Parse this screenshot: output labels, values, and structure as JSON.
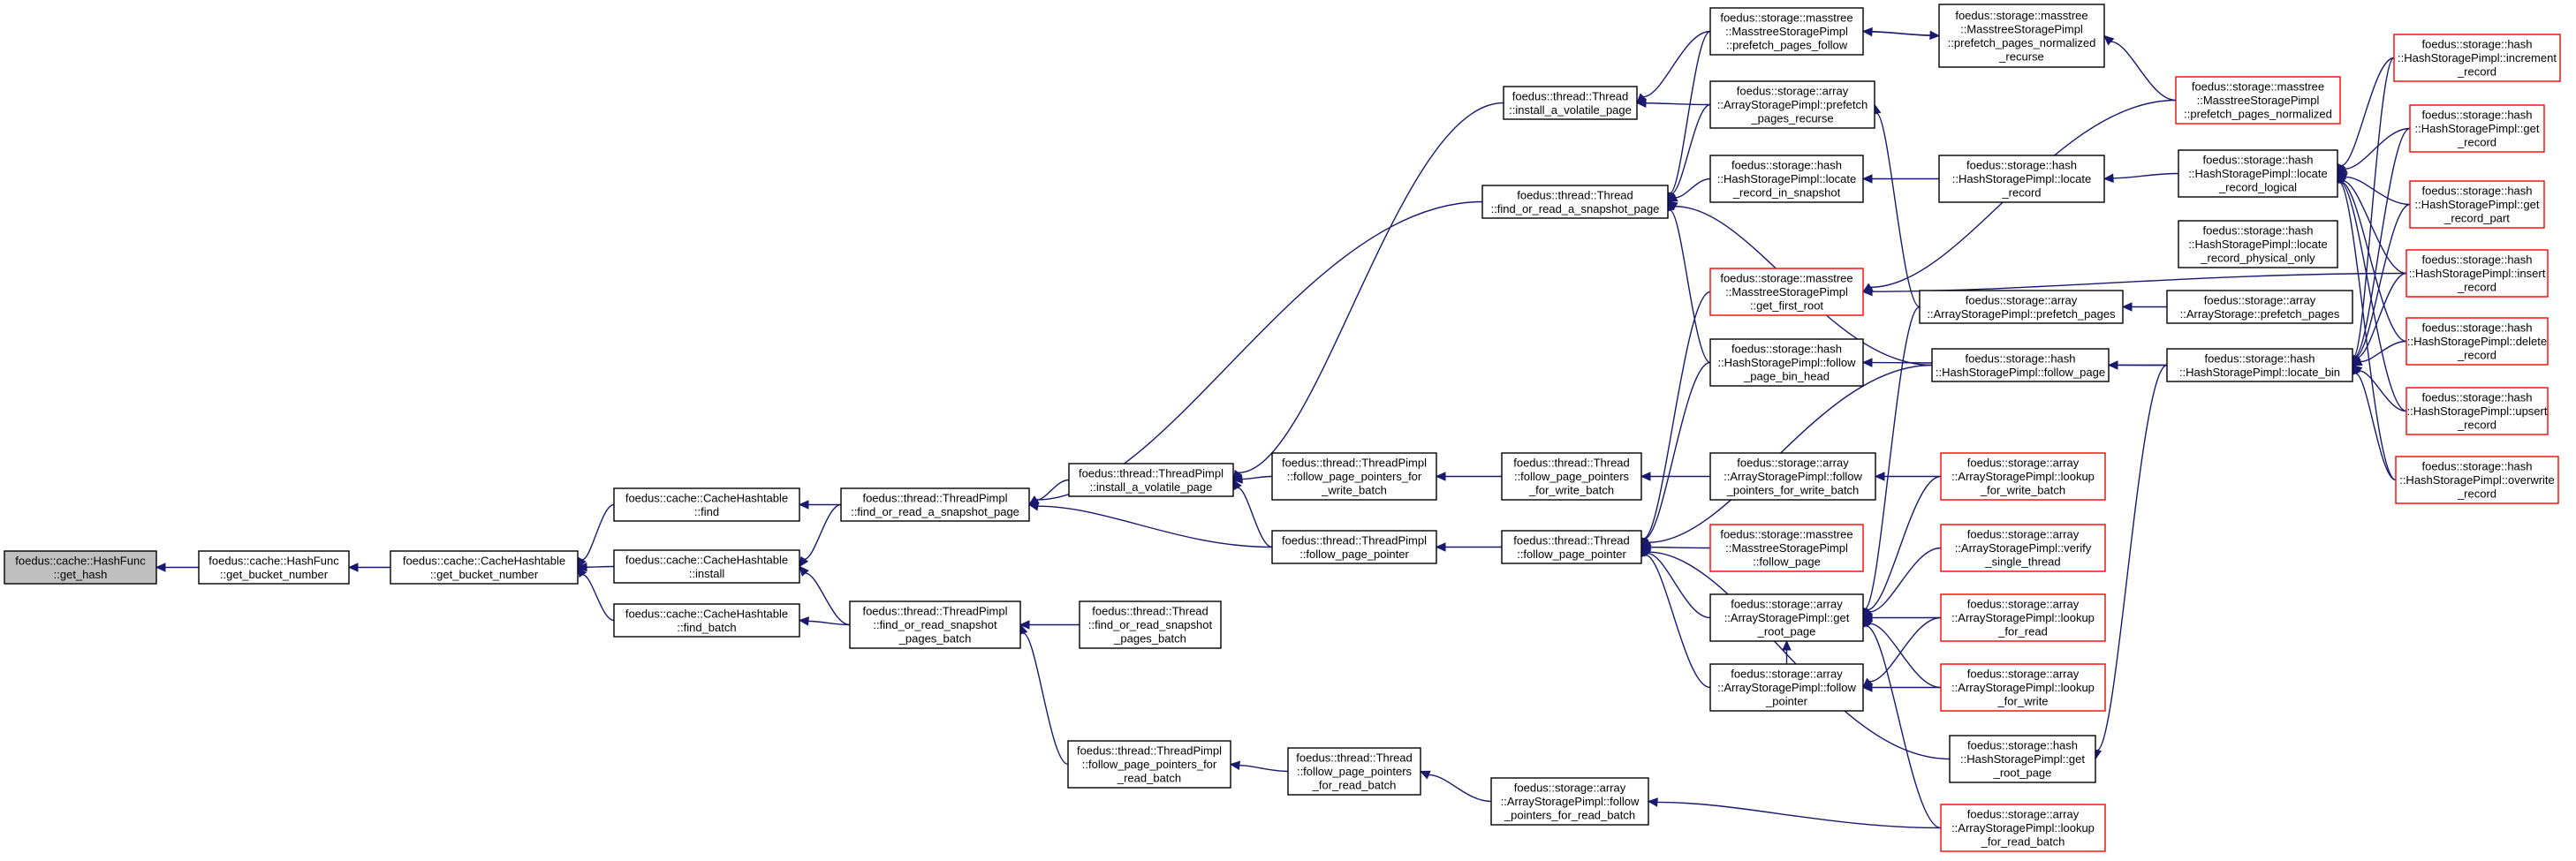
{
  "colors": {
    "edge": "#191970",
    "border_normal": "#000000",
    "border_truncated": "#ff0000",
    "fill_root": "#bfbfbf",
    "fill_default": "#ffffff"
  },
  "nodes": [
    {
      "id": "n0",
      "kind": "root",
      "lines": [
        "foedus::cache::HashFunc",
        "::get_hash"
      ]
    },
    {
      "id": "n1",
      "kind": "normal",
      "lines": [
        "foedus::cache::HashFunc",
        "::get_bucket_number"
      ]
    },
    {
      "id": "n2",
      "kind": "normal",
      "lines": [
        "foedus::cache::CacheHashtable",
        "::get_bucket_number"
      ]
    },
    {
      "id": "n3",
      "kind": "normal",
      "lines": [
        "foedus::cache::CacheHashtable",
        "::find"
      ]
    },
    {
      "id": "n4",
      "kind": "normal",
      "lines": [
        "foedus::cache::CacheHashtable",
        "::install"
      ]
    },
    {
      "id": "n5",
      "kind": "normal",
      "lines": [
        "foedus::cache::CacheHashtable",
        "::find_batch"
      ]
    },
    {
      "id": "n6",
      "kind": "normal",
      "lines": [
        "foedus::thread::ThreadPimpl",
        "::find_or_read_a_snapshot_page"
      ]
    },
    {
      "id": "n7",
      "kind": "normal",
      "lines": [
        "foedus::thread::ThreadPimpl",
        "::find_or_read_snapshot",
        "_pages_batch"
      ]
    },
    {
      "id": "n8",
      "kind": "normal",
      "lines": [
        "foedus::thread::ThreadPimpl",
        "::install_a_volatile_page"
      ]
    },
    {
      "id": "n9",
      "kind": "normal",
      "lines": [
        "foedus::thread::Thread",
        "::find_or_read_snapshot",
        "_pages_batch"
      ]
    },
    {
      "id": "n10",
      "kind": "normal",
      "lines": [
        "foedus::thread::ThreadPimpl",
        "::follow_page_pointers_for",
        "_read_batch"
      ]
    },
    {
      "id": "n11",
      "kind": "normal",
      "lines": [
        "foedus::thread::ThreadPimpl",
        "::follow_page_pointers_for",
        "_write_batch"
      ]
    },
    {
      "id": "n12",
      "kind": "normal",
      "lines": [
        "foedus::thread::ThreadPimpl",
        "::follow_page_pointer"
      ]
    },
    {
      "id": "n13",
      "kind": "normal",
      "lines": [
        "foedus::thread::Thread",
        "::follow_page_pointers",
        "_for_read_batch"
      ]
    },
    {
      "id": "n14",
      "kind": "normal",
      "lines": [
        "foedus::thread::Thread",
        "::install_a_volatile_page"
      ]
    },
    {
      "id": "n15",
      "kind": "normal",
      "lines": [
        "foedus::thread::Thread",
        "::find_or_read_a_snapshot_page"
      ]
    },
    {
      "id": "n16",
      "kind": "normal",
      "lines": [
        "foedus::thread::Thread",
        "::follow_page_pointers",
        "_for_write_batch"
      ]
    },
    {
      "id": "n17",
      "kind": "normal",
      "lines": [
        "foedus::thread::Thread",
        "::follow_page_pointer"
      ]
    },
    {
      "id": "n18",
      "kind": "normal",
      "lines": [
        "foedus::storage::array",
        "::ArrayStoragePimpl::follow",
        "_pointers_for_read_batch"
      ]
    },
    {
      "id": "n19",
      "kind": "normal",
      "lines": [
        "foedus::storage::masstree",
        "::MasstreeStoragePimpl",
        "::prefetch_pages_follow"
      ]
    },
    {
      "id": "n20",
      "kind": "normal",
      "lines": [
        "foedus::storage::array",
        "::ArrayStoragePimpl::prefetch",
        "_pages_recurse"
      ]
    },
    {
      "id": "n21",
      "kind": "normal",
      "lines": [
        "foedus::storage::hash",
        "::HashStoragePimpl::locate",
        "_record_in_snapshot"
      ]
    },
    {
      "id": "n22",
      "kind": "truncated",
      "lines": [
        "foedus::storage::masstree",
        "::MasstreeStoragePimpl",
        "::get_first_root"
      ]
    },
    {
      "id": "n23",
      "kind": "normal",
      "lines": [
        "foedus::storage::hash",
        "::HashStoragePimpl::follow",
        "_page_bin_head"
      ]
    },
    {
      "id": "n24",
      "kind": "normal",
      "lines": [
        "foedus::storage::array",
        "::ArrayStoragePimpl::follow",
        "_pointers_for_write_batch"
      ]
    },
    {
      "id": "n25",
      "kind": "truncated",
      "lines": [
        "foedus::storage::masstree",
        "::MasstreeStoragePimpl",
        "::follow_page"
      ]
    },
    {
      "id": "n26",
      "kind": "normal",
      "lines": [
        "foedus::storage::array",
        "::ArrayStoragePimpl::get",
        "_root_page"
      ]
    },
    {
      "id": "n27",
      "kind": "normal",
      "lines": [
        "foedus::storage::array",
        "::ArrayStoragePimpl::follow",
        "_pointer"
      ]
    },
    {
      "id": "n28",
      "kind": "normal",
      "lines": [
        "foedus::storage::masstree",
        "::MasstreeStoragePimpl",
        "::prefetch_pages_normalized",
        "_recurse"
      ]
    },
    {
      "id": "n29",
      "kind": "normal",
      "lines": [
        "foedus::storage::hash",
        "::HashStoragePimpl::locate",
        "_record"
      ]
    },
    {
      "id": "n30",
      "kind": "normal",
      "lines": [
        "foedus::storage::array",
        "::ArrayStoragePimpl::prefetch_pages"
      ]
    },
    {
      "id": "n31",
      "kind": "normal",
      "lines": [
        "foedus::storage::hash",
        "::HashStoragePimpl::follow_page"
      ]
    },
    {
      "id": "n32",
      "kind": "truncated",
      "lines": [
        "foedus::storage::array",
        "::ArrayStoragePimpl::lookup",
        "_for_write_batch"
      ]
    },
    {
      "id": "n33",
      "kind": "truncated",
      "lines": [
        "foedus::storage::array",
        "::ArrayStoragePimpl::verify",
        "_single_thread"
      ]
    },
    {
      "id": "n34",
      "kind": "truncated",
      "lines": [
        "foedus::storage::array",
        "::ArrayStoragePimpl::lookup",
        "_for_read"
      ]
    },
    {
      "id": "n35",
      "kind": "truncated",
      "lines": [
        "foedus::storage::array",
        "::ArrayStoragePimpl::lookup",
        "_for_write"
      ]
    },
    {
      "id": "n36",
      "kind": "normal",
      "lines": [
        "foedus::storage::hash",
        "::HashStoragePimpl::get",
        "_root_page"
      ]
    },
    {
      "id": "n37",
      "kind": "truncated",
      "lines": [
        "foedus::storage::array",
        "::ArrayStoragePimpl::lookup",
        "_for_read_batch"
      ]
    },
    {
      "id": "n38",
      "kind": "truncated",
      "lines": [
        "foedus::storage::masstree",
        "::MasstreeStoragePimpl",
        "::prefetch_pages_normalized"
      ]
    },
    {
      "id": "n39",
      "kind": "normal",
      "lines": [
        "foedus::storage::hash",
        "::HashStoragePimpl::locate",
        "_record_logical"
      ]
    },
    {
      "id": "n40",
      "kind": "normal",
      "lines": [
        "foedus::storage::hash",
        "::HashStoragePimpl::locate",
        "_record_physical_only"
      ]
    },
    {
      "id": "n41",
      "kind": "normal",
      "lines": [
        "foedus::storage::array",
        "::ArrayStorage::prefetch_pages"
      ]
    },
    {
      "id": "n42",
      "kind": "normal",
      "lines": [
        "foedus::storage::hash",
        "::HashStoragePimpl::locate_bin"
      ]
    },
    {
      "id": "n43",
      "kind": "truncated",
      "lines": [
        "foedus::storage::hash",
        "::HashStoragePimpl::increment",
        "_record"
      ]
    },
    {
      "id": "n44",
      "kind": "truncated",
      "lines": [
        "foedus::storage::hash",
        "::HashStoragePimpl::get",
        "_record"
      ]
    },
    {
      "id": "n45",
      "kind": "truncated",
      "lines": [
        "foedus::storage::hash",
        "::HashStoragePimpl::get",
        "_record_part"
      ]
    },
    {
      "id": "n46",
      "kind": "truncated",
      "lines": [
        "foedus::storage::hash",
        "::HashStoragePimpl::insert",
        "_record"
      ]
    },
    {
      "id": "n47",
      "kind": "truncated",
      "lines": [
        "foedus::storage::hash",
        "::HashStoragePimpl::delete",
        "_record"
      ]
    },
    {
      "id": "n48",
      "kind": "truncated",
      "lines": [
        "foedus::storage::hash",
        "::HashStoragePimpl::upsert",
        "_record"
      ]
    },
    {
      "id": "n49",
      "kind": "truncated",
      "lines": [
        "foedus::storage::hash",
        "::HashStoragePimpl::overwrite",
        "_record"
      ]
    }
  ],
  "edges": [
    [
      "n1",
      "n0"
    ],
    [
      "n2",
      "n1"
    ],
    [
      "n3",
      "n2"
    ],
    [
      "n4",
      "n2"
    ],
    [
      "n5",
      "n2"
    ],
    [
      "n6",
      "n3"
    ],
    [
      "n6",
      "n4"
    ],
    [
      "n7",
      "n4"
    ],
    [
      "n7",
      "n5"
    ],
    [
      "n8",
      "n6"
    ],
    [
      "n12",
      "n6"
    ],
    [
      "n15",
      "n6"
    ],
    [
      "n9",
      "n7"
    ],
    [
      "n10",
      "n7"
    ],
    [
      "n11",
      "n8"
    ],
    [
      "n12",
      "n8"
    ],
    [
      "n14",
      "n8"
    ],
    [
      "n13",
      "n10"
    ],
    [
      "n16",
      "n11"
    ],
    [
      "n17",
      "n12"
    ],
    [
      "n19",
      "n14"
    ],
    [
      "n20",
      "n14"
    ],
    [
      "n19",
      "n15"
    ],
    [
      "n20",
      "n15"
    ],
    [
      "n21",
      "n15"
    ],
    [
      "n23",
      "n15"
    ],
    [
      "n31",
      "n15"
    ],
    [
      "n18",
      "n13"
    ],
    [
      "n24",
      "n16"
    ],
    [
      "n22",
      "n17"
    ],
    [
      "n23",
      "n17"
    ],
    [
      "n25",
      "n17"
    ],
    [
      "n26",
      "n17"
    ],
    [
      "n27",
      "n17"
    ],
    [
      "n31",
      "n17"
    ],
    [
      "n36",
      "n17"
    ],
    [
      "n28",
      "n19"
    ],
    [
      "n19",
      "n28"
    ],
    [
      "n30",
      "n20"
    ],
    [
      "n29",
      "n21"
    ],
    [
      "n38",
      "n22"
    ],
    [
      "n42",
      "n23"
    ],
    [
      "n32",
      "n24"
    ],
    [
      "n33",
      "n26"
    ],
    [
      "n34",
      "n26"
    ],
    [
      "n35",
      "n26"
    ],
    [
      "n37",
      "n26"
    ],
    [
      "n27",
      "n26"
    ],
    [
      "n34",
      "n27"
    ],
    [
      "n35",
      "n27"
    ],
    [
      "n37",
      "n18"
    ],
    [
      "n38",
      "n28"
    ],
    [
      "n39",
      "n29"
    ],
    [
      "n41",
      "n30"
    ],
    [
      "n42",
      "n31"
    ],
    [
      "n42",
      "n36"
    ],
    [
      "n46",
      "n22"
    ],
    [
      "n32",
      "n26"
    ],
    [
      "n30",
      "n26"
    ],
    [
      "n43",
      "n39"
    ],
    [
      "n44",
      "n39"
    ],
    [
      "n45",
      "n39"
    ],
    [
      "n46",
      "n39"
    ],
    [
      "n47",
      "n39"
    ],
    [
      "n48",
      "n39"
    ],
    [
      "n49",
      "n39"
    ],
    [
      "n43",
      "n42"
    ],
    [
      "n44",
      "n42"
    ],
    [
      "n45",
      "n42"
    ],
    [
      "n46",
      "n42"
    ],
    [
      "n47",
      "n42"
    ],
    [
      "n48",
      "n42"
    ],
    [
      "n49",
      "n42"
    ]
  ]
}
